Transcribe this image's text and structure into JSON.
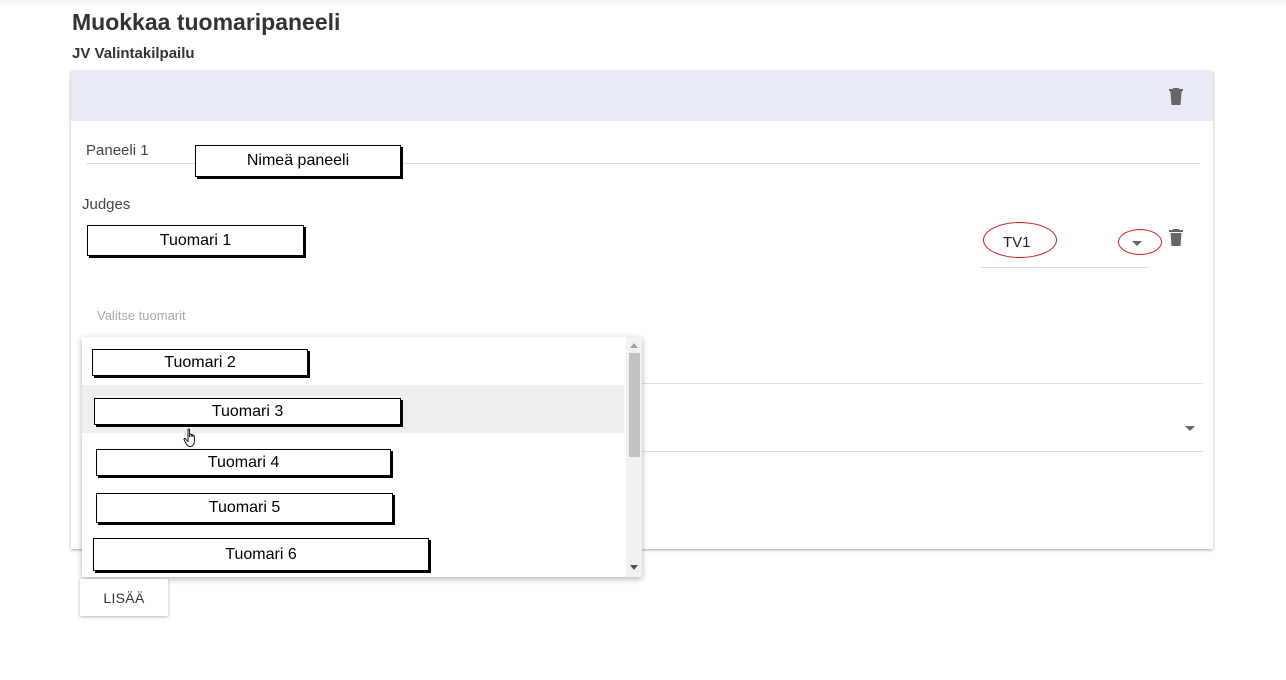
{
  "page": {
    "title": "Muokkaa tuomaripaneeli",
    "subtitle": "JV Valintakilpailu"
  },
  "panel": {
    "name_label": "Paneeli 1",
    "judges_label": "Judges",
    "tv_select_value": "TV1",
    "choose_judges_placeholder": "Valitse tuomarit",
    "header_delete_icon": "trash-icon",
    "judge_delete_icon": "trash-icon"
  },
  "annotations": {
    "rename_panel": "Nimeä paneeli",
    "judge_1": "Tuomari 1",
    "color": "#d81b1b"
  },
  "dropdown": {
    "options": [
      "Tuomari 2",
      "Tuomari 3",
      "Tuomari 4",
      "Tuomari 5",
      "Tuomari 6"
    ],
    "hovered_option": "Tuomari 3"
  },
  "add_button_label": "LISÄÄ",
  "colors": {
    "card_header": "#e8eaf6",
    "hover_row": "#eeeeee",
    "icon": "#666666"
  }
}
